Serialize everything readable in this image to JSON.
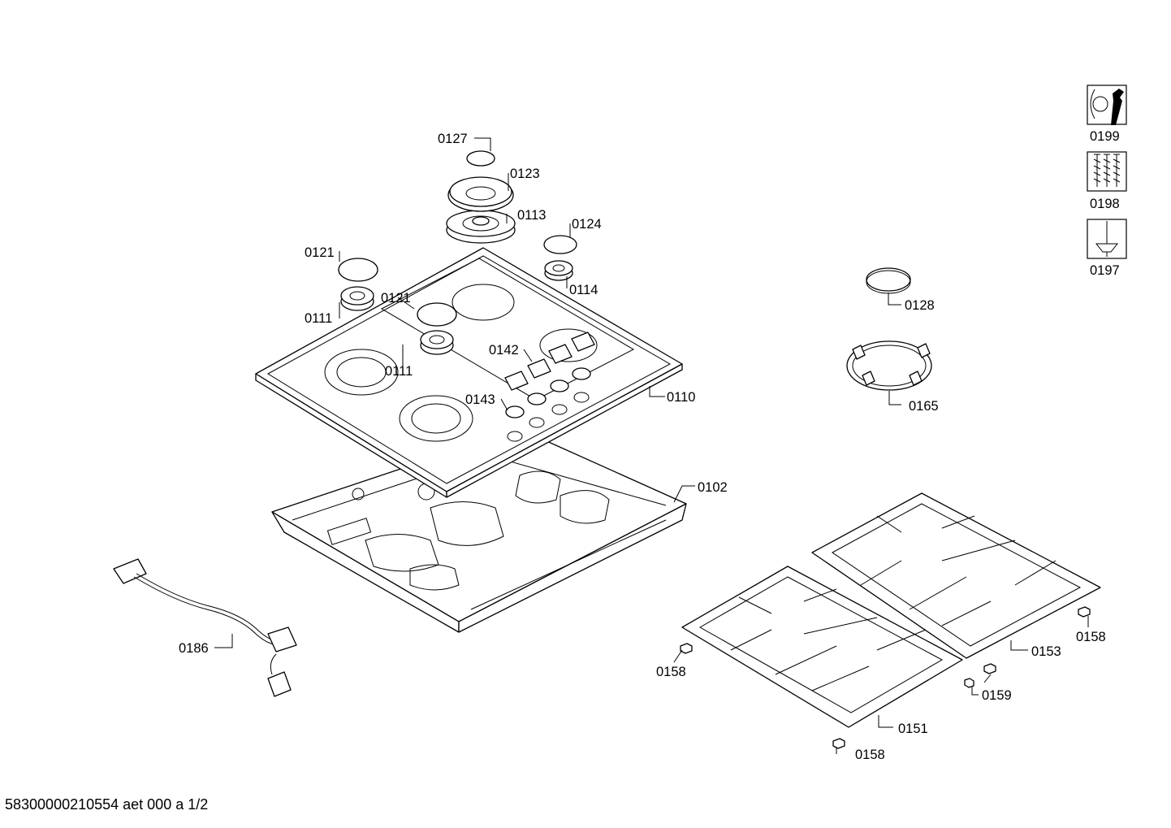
{
  "labels": {
    "l0127": "0127",
    "l0123": "0123",
    "l0113": "0113",
    "l0124": "0124",
    "l0114": "0114",
    "l0121a": "0121",
    "l0111a": "0111",
    "l0121b": "0121",
    "l0111b": "0111",
    "l0142": "0142",
    "l0143": "0143",
    "l0110": "0110",
    "l0102": "0102",
    "l0186": "0186",
    "l0128": "0128",
    "l0165": "0165",
    "l0153": "0153",
    "l0158a": "0158",
    "l0158b": "0158",
    "l0158c": "0158",
    "l0159": "0159",
    "l0151": "0151",
    "l0199": "0199",
    "l0198": "0198",
    "l0197": "0197"
  },
  "legend_icons": [
    "lubricant-wrench-icon",
    "screws-icon",
    "screwdriver-icon"
  ],
  "footer": "58300000210554 aet 000 a 1/2"
}
